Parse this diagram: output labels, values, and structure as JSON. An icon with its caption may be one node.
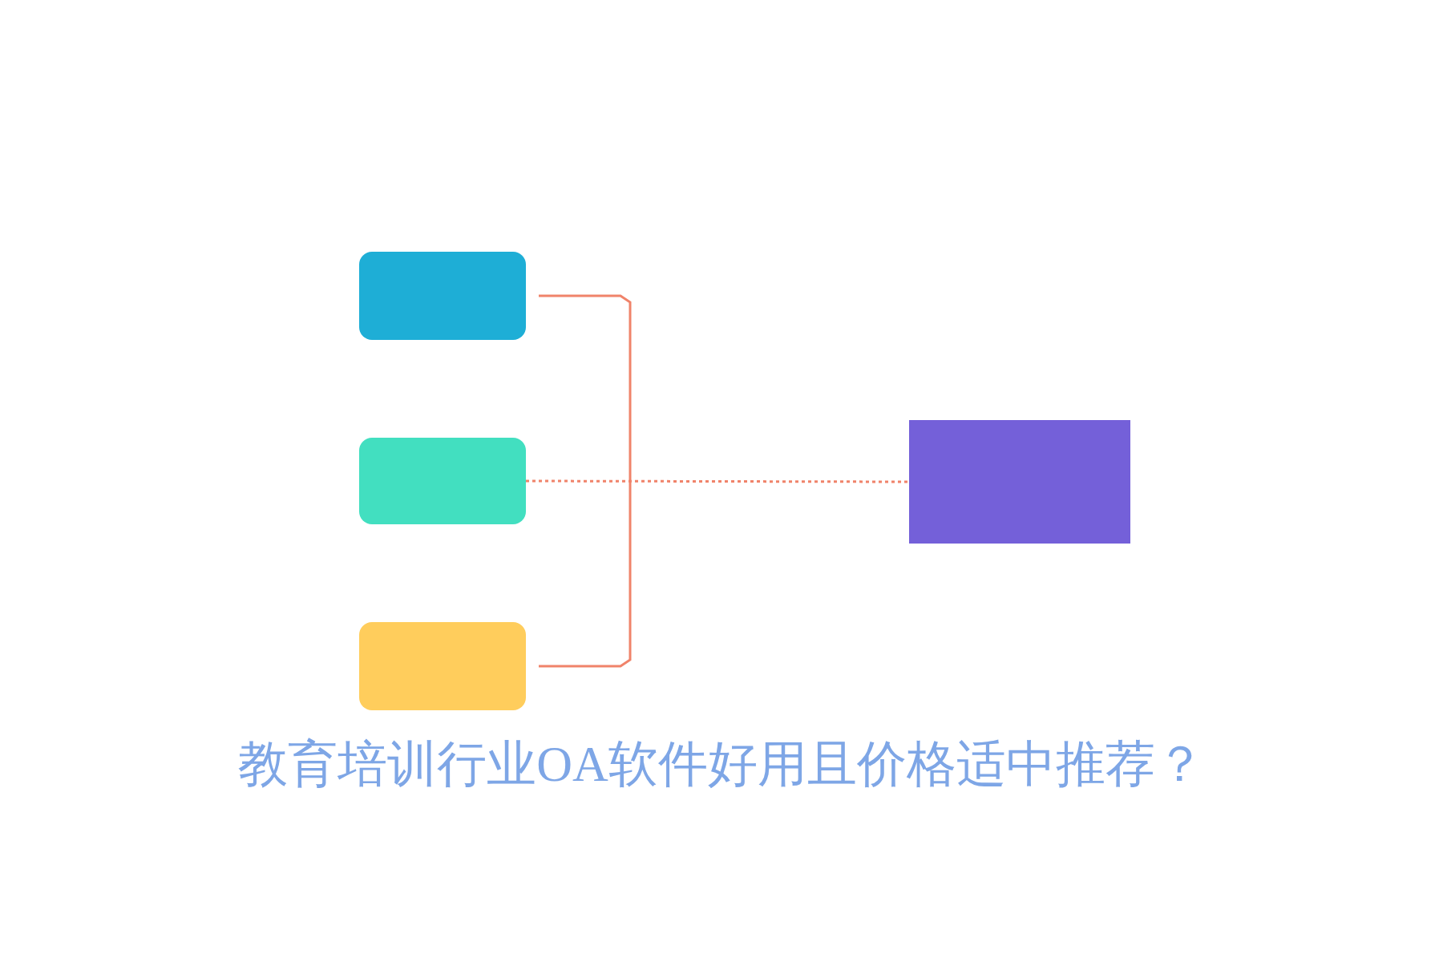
{
  "diagram": {
    "title": "教育培训行业OA软件好用且价格适中推荐？",
    "nodes": [
      {
        "text": [],
        "shape": "box"
      },
      {
        "text": [],
        "shape": "box"
      },
      {
        "text": [],
        "shape": "box"
      },
      {
        "text": [],
        "shape": "box"
      }
    ],
    "edges": [
      {
        "from": 0,
        "to": 3,
        "arrow": "none",
        "color": "#f0836a"
      },
      {
        "from": 1,
        "to": 3,
        "arrow": "none",
        "style": "dashed",
        "color": "#f0836a"
      },
      {
        "from": 2,
        "to": 3,
        "arrow": "none",
        "color": "#f0836a"
      }
    ]
  }
}
